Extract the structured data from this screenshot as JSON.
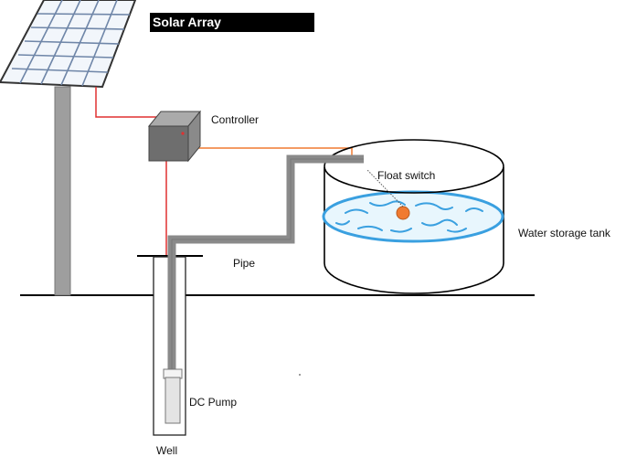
{
  "title": "Solar Array",
  "labels": {
    "controller": "Controller",
    "float_switch": "Float switch",
    "water_storage_tank": "Water storage tank",
    "pipe": "Pipe",
    "dc_pump": "DC Pump",
    "well": "Well"
  },
  "colors": {
    "wire": "#e03030",
    "signal_wire": "#f07a30",
    "pipe": "#808080",
    "water": "#3aa0e0",
    "water_fill": "#e8f6fd",
    "float": "#f07a30",
    "panel_frame": "#4a4a4a",
    "controller_box": "#6e6e6e"
  }
}
